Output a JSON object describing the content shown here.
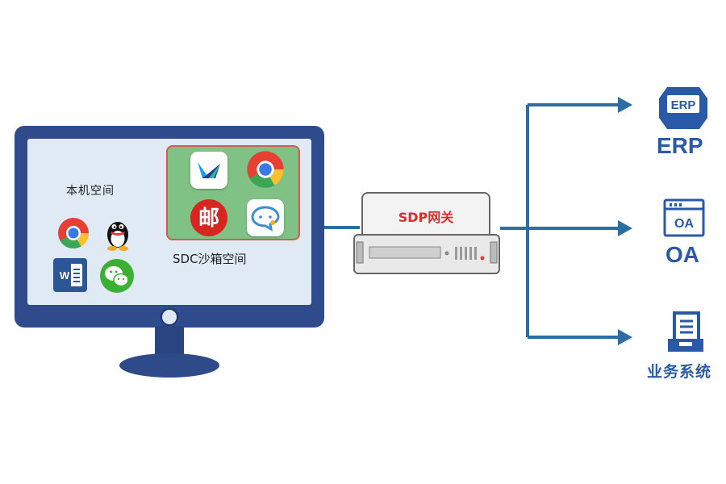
{
  "local": {
    "title": "本机空间"
  },
  "sandbox": {
    "title": "SDC沙箱空间"
  },
  "gateway": {
    "label": "SDP网关"
  },
  "systems": [
    {
      "label": "ERP",
      "badge": "ERP",
      "icon": "erp-badge-icon"
    },
    {
      "label": "OA",
      "badge": "OA",
      "icon": "oa-window-icon"
    },
    {
      "label": "业务系统",
      "icon": "business-system-icon"
    }
  ],
  "colors": {
    "monitor": "#2f4b8c",
    "screen": "#dfeaf4",
    "sandbox": "#80c185",
    "sandbox_border": "#d9584f",
    "connector": "#2c6da4",
    "gateway_text": "#d92e2b",
    "system_text": "#2a5aa7"
  },
  "apps": {
    "local": [
      "chrome-icon",
      "qq-icon",
      "word-icon",
      "wechat-icon"
    ],
    "sandbox": [
      "feishu-icon",
      "chrome-icon",
      "post-icon",
      "chat-icon"
    ]
  }
}
